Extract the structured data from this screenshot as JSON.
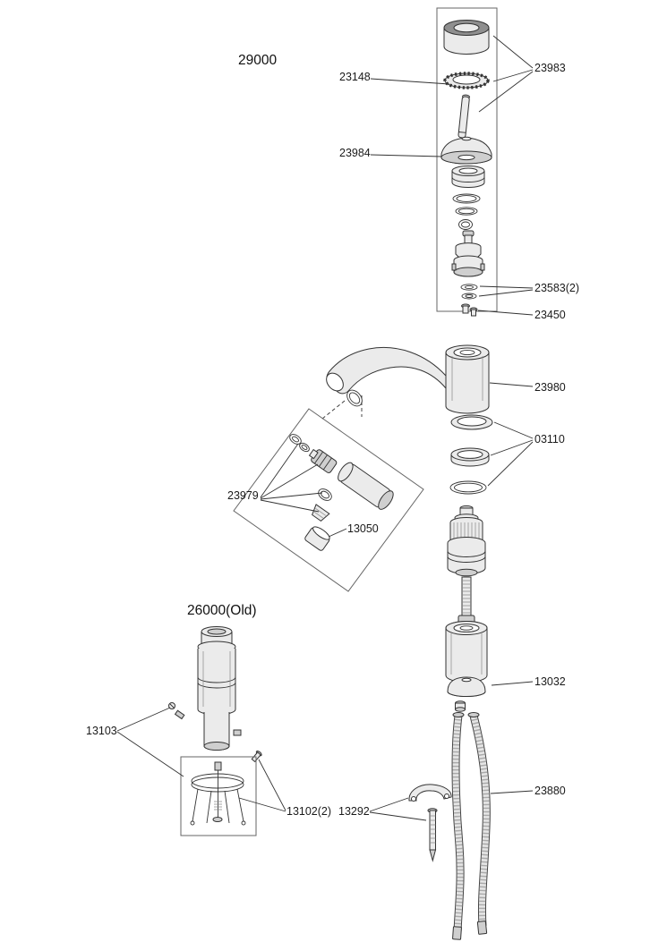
{
  "diagram": {
    "assembly_new": "29000",
    "assembly_old": "26000(Old)",
    "ink_color": "#111111",
    "line_color": "#333333",
    "parts": {
      "p23148": "23148",
      "p23983": "23983",
      "p23984": "23984",
      "p23583": "23583(2)",
      "p23450": "23450",
      "p23980": "23980",
      "p03110": "03110",
      "p23979": "23979",
      "p13050": "13050",
      "p13103": "13103",
      "p13102": "13102(2)",
      "p13292": "13292",
      "p13032": "13032",
      "p23880": "23880"
    }
  }
}
